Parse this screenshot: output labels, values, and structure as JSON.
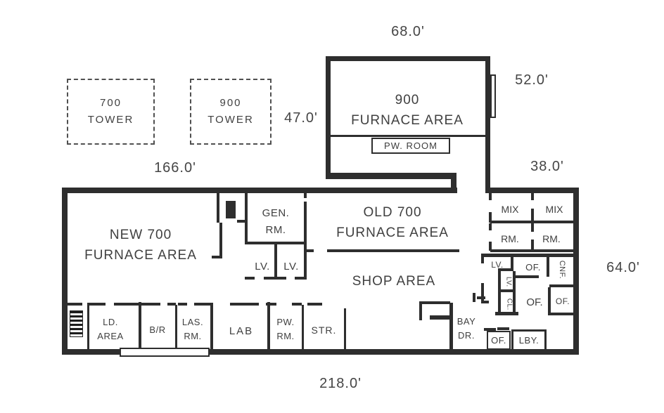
{
  "diagram": {
    "dimensions": {
      "top_width": "68.0'",
      "upper_right": "52.0'",
      "mid_left": "47.0'",
      "left_width": "166.0'",
      "right_mid": "38.0'",
      "right_height": "64.0'",
      "bottom_width": "218.0'"
    },
    "areas": {
      "tower_700": "700\nTOWER",
      "tower_900": "900\nTOWER",
      "furnace_900": "900\nFURNACE AREA",
      "pw_room": "PW. ROOM",
      "new_700": "NEW 700\nFURNACE AREA",
      "old_700": "OLD 700\nFURNACE AREA",
      "shop": "SHOP AREA",
      "gen_rm": "GEN.\nRM.",
      "lv_left": "LV.",
      "lv_right": "LV.",
      "mix_left": "MIX",
      "mix_right": "MIX",
      "rm_left": "RM.",
      "rm_right": "RM.",
      "lv_small": "LV.",
      "of_upper": "OF.",
      "cnf": "CNF.",
      "lv_rotated": "LV.",
      "cl_rotated": "CL.",
      "of_center": "OF.",
      "of_right": "OF.",
      "of_bottom": "OF.",
      "lobby": "LBY.",
      "ld_area": "LD.\nAREA",
      "br": "B/R",
      "las_rm": "LAS.\nRM.",
      "lab": "LAB",
      "pw_rm": "PW.\nRM.",
      "str": "STR.",
      "bay_dr": "BAY\nDR."
    }
  }
}
